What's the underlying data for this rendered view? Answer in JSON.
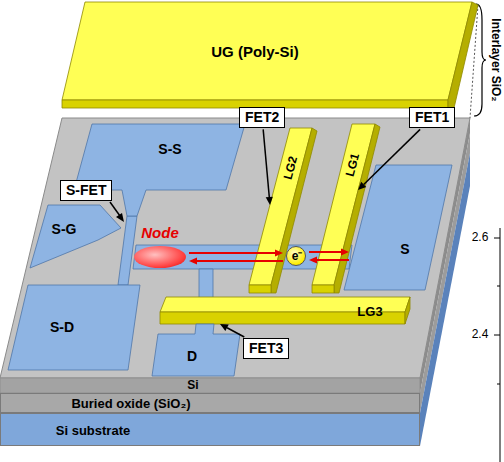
{
  "diagram": {
    "nodes": [
      {
        "text": [
          "UG (Poly-Si)"
        ]
      },
      {
        "text": [
          "S-S"
        ]
      },
      {
        "text": [
          "S-FET"
        ]
      },
      {
        "text": [
          "FET2"
        ]
      },
      {
        "text": [
          "LG2"
        ]
      },
      {
        "text": [
          "LG1"
        ]
      },
      {
        "text": [
          "FET1"
        ]
      },
      {
        "text": [
          "Node"
        ]
      },
      {
        "text": [
          "e⁻"
        ]
      },
      {
        "text": [
          "S"
        ]
      },
      {
        "text": [
          "S-G"
        ]
      },
      {
        "text": [
          "S-D"
        ]
      },
      {
        "text": [
          "FET3"
        ]
      },
      {
        "text": [
          "LG3"
        ]
      },
      {
        "text": [
          "D"
        ]
      },
      {
        "text": [
          "Buried oxide (SiO₂)"
        ]
      },
      {
        "text": [
          "Si substrate"
        ]
      }
    ],
    "edges": [
      {
        "from": 3,
        "to": 4,
        "arrow": "to"
      },
      {
        "from": 6,
        "to": 5,
        "arrow": "to"
      },
      {
        "from": 7,
        "to": 8,
        "arrow": "both"
      },
      {
        "from": 8,
        "to": 9,
        "arrow": "both"
      },
      {
        "from": 12,
        "to": 13,
        "arrow": "to"
      }
    ],
    "labels": [
      "Interlayer SiO₂",
      "Si",
      "2.6",
      "2.4"
    ]
  }
}
